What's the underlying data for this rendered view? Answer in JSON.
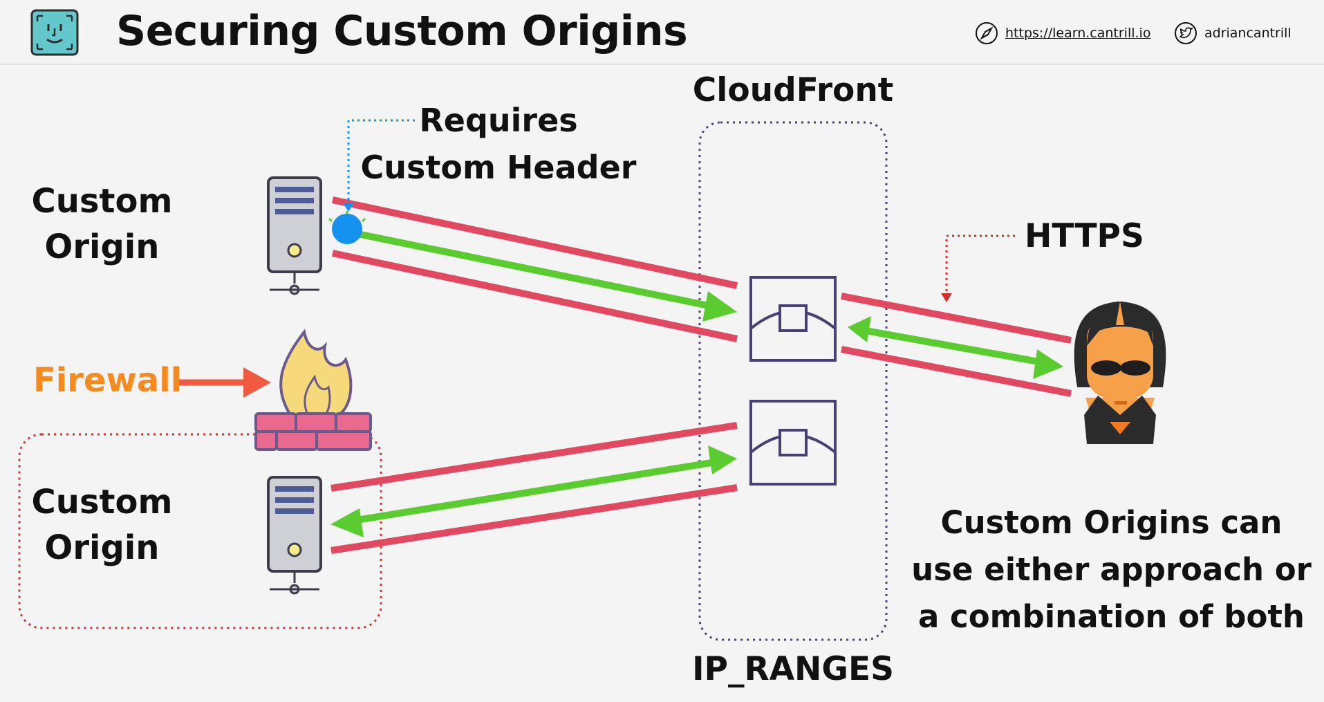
{
  "header": {
    "title": "Securing Custom Origins",
    "url_text": "https://learn.cantrill.io",
    "twitter_handle": "adriancantrill",
    "icons": [
      "compass-icon",
      "twitter-icon",
      "avatar-face-icon"
    ]
  },
  "labels": {
    "custom_origin_top_line1": "Custom",
    "custom_origin_top_line2": "Origin",
    "custom_origin_bottom_line1": "Custom",
    "custom_origin_bottom_line2": "Origin",
    "firewall": "Firewall",
    "requires_line1": "Requires",
    "requires_line2": "Custom Header",
    "cloudfront": "CloudFront",
    "https": "HTTPS",
    "ip_ranges": "IP_RANGES",
    "note_line1": "Custom Origins can",
    "note_line2": "use either approach or",
    "note_line3": "a combination of both"
  },
  "colors": {
    "red_line": "#e0495f",
    "green_arrow": "#5acc2f",
    "firewall_text": "#f58a1f",
    "firewall_arrow": "#f05a40",
    "blue_dot": "#1591f0",
    "cloudfront_box": "#4a3f73",
    "red_dotted": "#d0312d",
    "logo_teal": "#64c7cc"
  }
}
